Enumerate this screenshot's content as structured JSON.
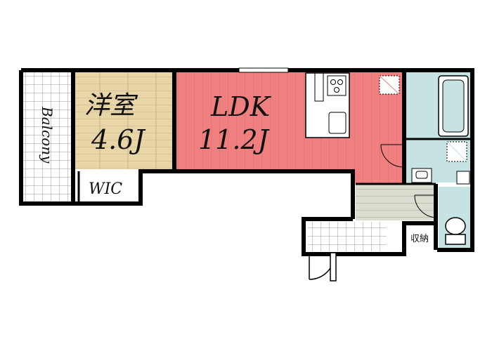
{
  "rooms": {
    "western": {
      "name": "洋室",
      "size": "4.6J"
    },
    "ldk": {
      "name": "LDK",
      "size": "11.2J"
    },
    "wic": {
      "name": "WIC"
    },
    "balcony": {
      "name": "Balcony"
    },
    "storage": {
      "name": "収納"
    }
  },
  "colors": {
    "ldk": "#f08080",
    "western": "#e8d5a8",
    "wet_area": "#c6e2e2",
    "hall": "#dcdcd0",
    "wall": "#000000",
    "tile": "#ffffff"
  },
  "icons": {
    "stove": "stove-icon",
    "sink": "sink-icon",
    "bathtub": "bathtub-icon",
    "toilet": "toilet-icon",
    "washbasin": "washbasin-icon"
  }
}
